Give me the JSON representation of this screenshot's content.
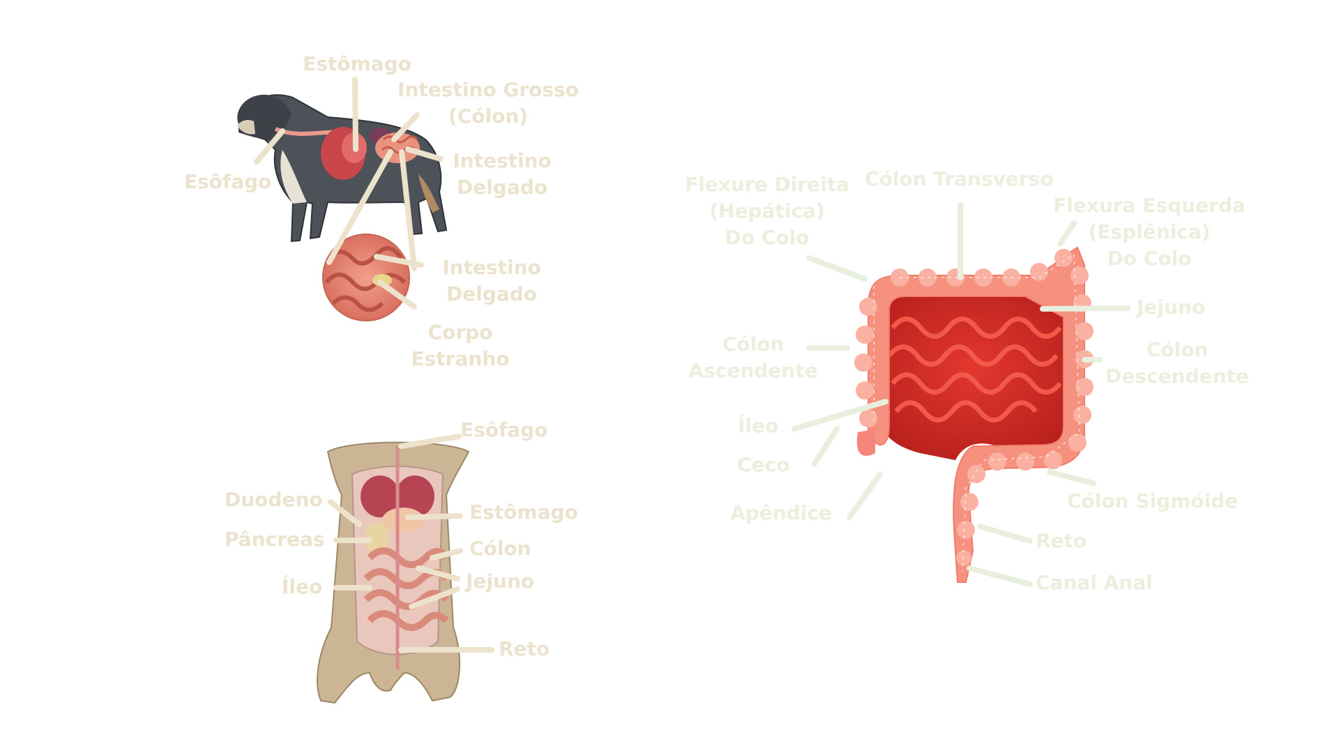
{
  "colors": {
    "label_tan": "#ece3cf",
    "label_green": "#eaefde",
    "leader_tan": "#ede3cd",
    "leader_green": "#e8efdc",
    "intestine_dark": "#d42a24",
    "intestine_mid": "#e53a30",
    "colon_salmon": "#f7917f",
    "colon_light": "#fbb7a6"
  },
  "dog_side": {
    "estomago": "Estômago",
    "intestino_grosso_1": "Intestino Grosso",
    "intestino_grosso_2": "(Cólon)",
    "esofago": "Esôfago",
    "intestino_delgado_1": "Intestino",
    "intestino_delgado_2": "Delgado",
    "zoom_delgado_1": "Intestino",
    "zoom_delgado_2": "Delgado",
    "corpo_1": "Corpo",
    "corpo_2": "Estranho"
  },
  "dog_ventral": {
    "esofago": "Esôfago",
    "duodeno": "Duodeno",
    "estomago": "Estômago",
    "pancreas": "Pâncreas",
    "colon": "Cólon",
    "ileo": "Íleo",
    "jejuno": "Jejuno",
    "reto": "Reto"
  },
  "colon_diagram": {
    "flexura_direita_1": "Flexure Direita",
    "flexura_direita_2": "(Hepática)",
    "flexura_direita_3": "Do Colo",
    "colon_transverso": "Cólon Transverso",
    "flexura_esquerda_1": "Flexura Esquerda",
    "flexura_esquerda_2": "(Esplênica)",
    "flexura_esquerda_3": "Do Colo",
    "jejuno": "Jejuno",
    "colon_ascendente_1": "Cólon",
    "colon_ascendente_2": "Ascendente",
    "colon_descendente_1": "Cólon",
    "colon_descendente_2": "Descendente",
    "ileo": "Íleo",
    "ceco": "Ceco",
    "apendice": "Apêndice",
    "colon_sigmoide": "Cólon Sigmóide",
    "reto": "Reto",
    "canal_anal": "Canal Anal"
  }
}
